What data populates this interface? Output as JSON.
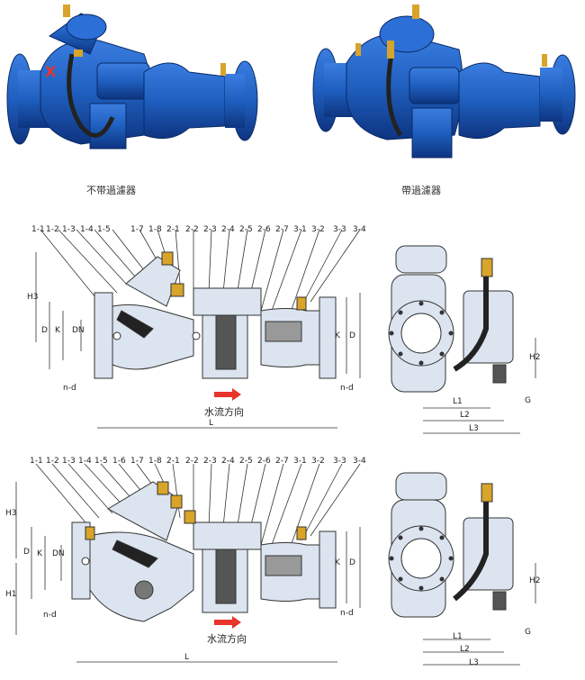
{
  "photos": {
    "caption_left": "不带過濾器",
    "caption_right": "帶過濾器"
  },
  "colors": {
    "valve_blue": "#1f5fbf",
    "valve_dark": "#123a86",
    "brass": "#d8a429",
    "drawing_fill": "#dbe4ef",
    "hatch": "#555555",
    "flow_arrow": "#e8342a"
  },
  "drawing1": {
    "part_labels": [
      "1-1",
      "1-2",
      "1-3",
      "1-4",
      "1-5",
      "1-7",
      "1-8",
      "2-1",
      "2-2",
      "2-3",
      "2-4",
      "2-5",
      "2-6",
      "2-7",
      "3-1",
      "3-2",
      "3-3",
      "3-4"
    ],
    "dims": {
      "h3": "H3",
      "d": "D",
      "k": "K",
      "dn": "DN",
      "nd": "n-d",
      "l": "L",
      "k_right": "K",
      "d_right": "D"
    },
    "flow": "水流方向",
    "side": {
      "h2": "H2",
      "l1": "L1",
      "l2": "L2",
      "l3": "L3",
      "g": "G"
    }
  },
  "drawing2": {
    "part_labels": [
      "1-1",
      "1-2",
      "1-3",
      "1-4",
      "1-5",
      "1-6",
      "1-7",
      "1-8",
      "2-1",
      "2-2",
      "2-3",
      "2-4",
      "2-5",
      "2-6",
      "2-7",
      "3-1",
      "3-2",
      "3-3",
      "3-4"
    ],
    "dims": {
      "h3": "H3",
      "h1": "H1",
      "d": "D",
      "k": "K",
      "dn": "DN",
      "nd": "n-d",
      "l": "L",
      "k_right": "K",
      "d_right": "D"
    },
    "flow": "水流方向",
    "side": {
      "h2": "H2",
      "l1": "L1",
      "l2": "L2",
      "l3": "L3",
      "g": "G"
    }
  }
}
